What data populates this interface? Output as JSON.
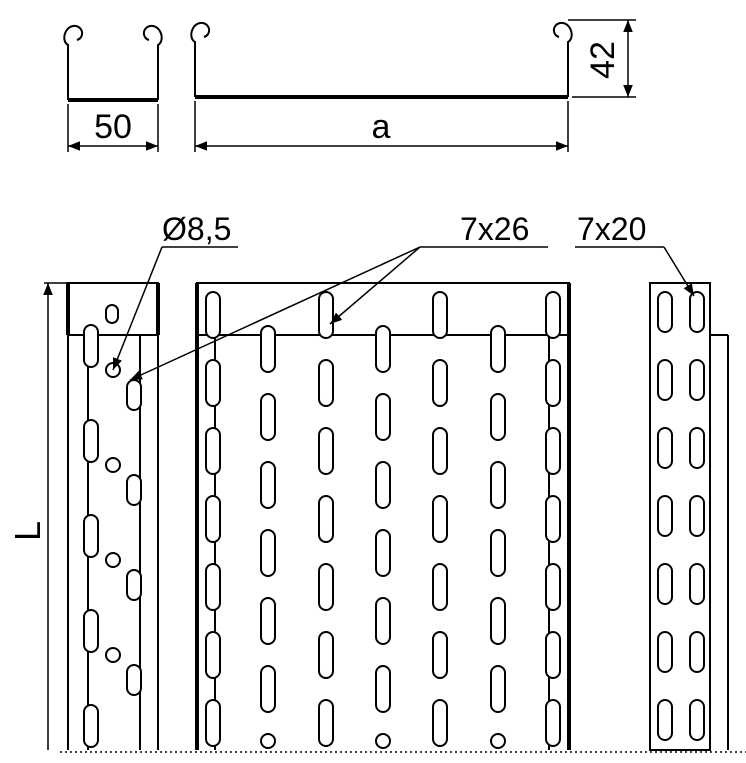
{
  "dimensions": {
    "side_width": "50",
    "tray_width": "a",
    "side_height": "42",
    "length": "L"
  },
  "callouts": {
    "round_hole": "Ø8,5",
    "slot_large": "7x26",
    "slot_small": "7x20"
  },
  "colors": {
    "line": "#000000",
    "background": "#ffffff"
  }
}
